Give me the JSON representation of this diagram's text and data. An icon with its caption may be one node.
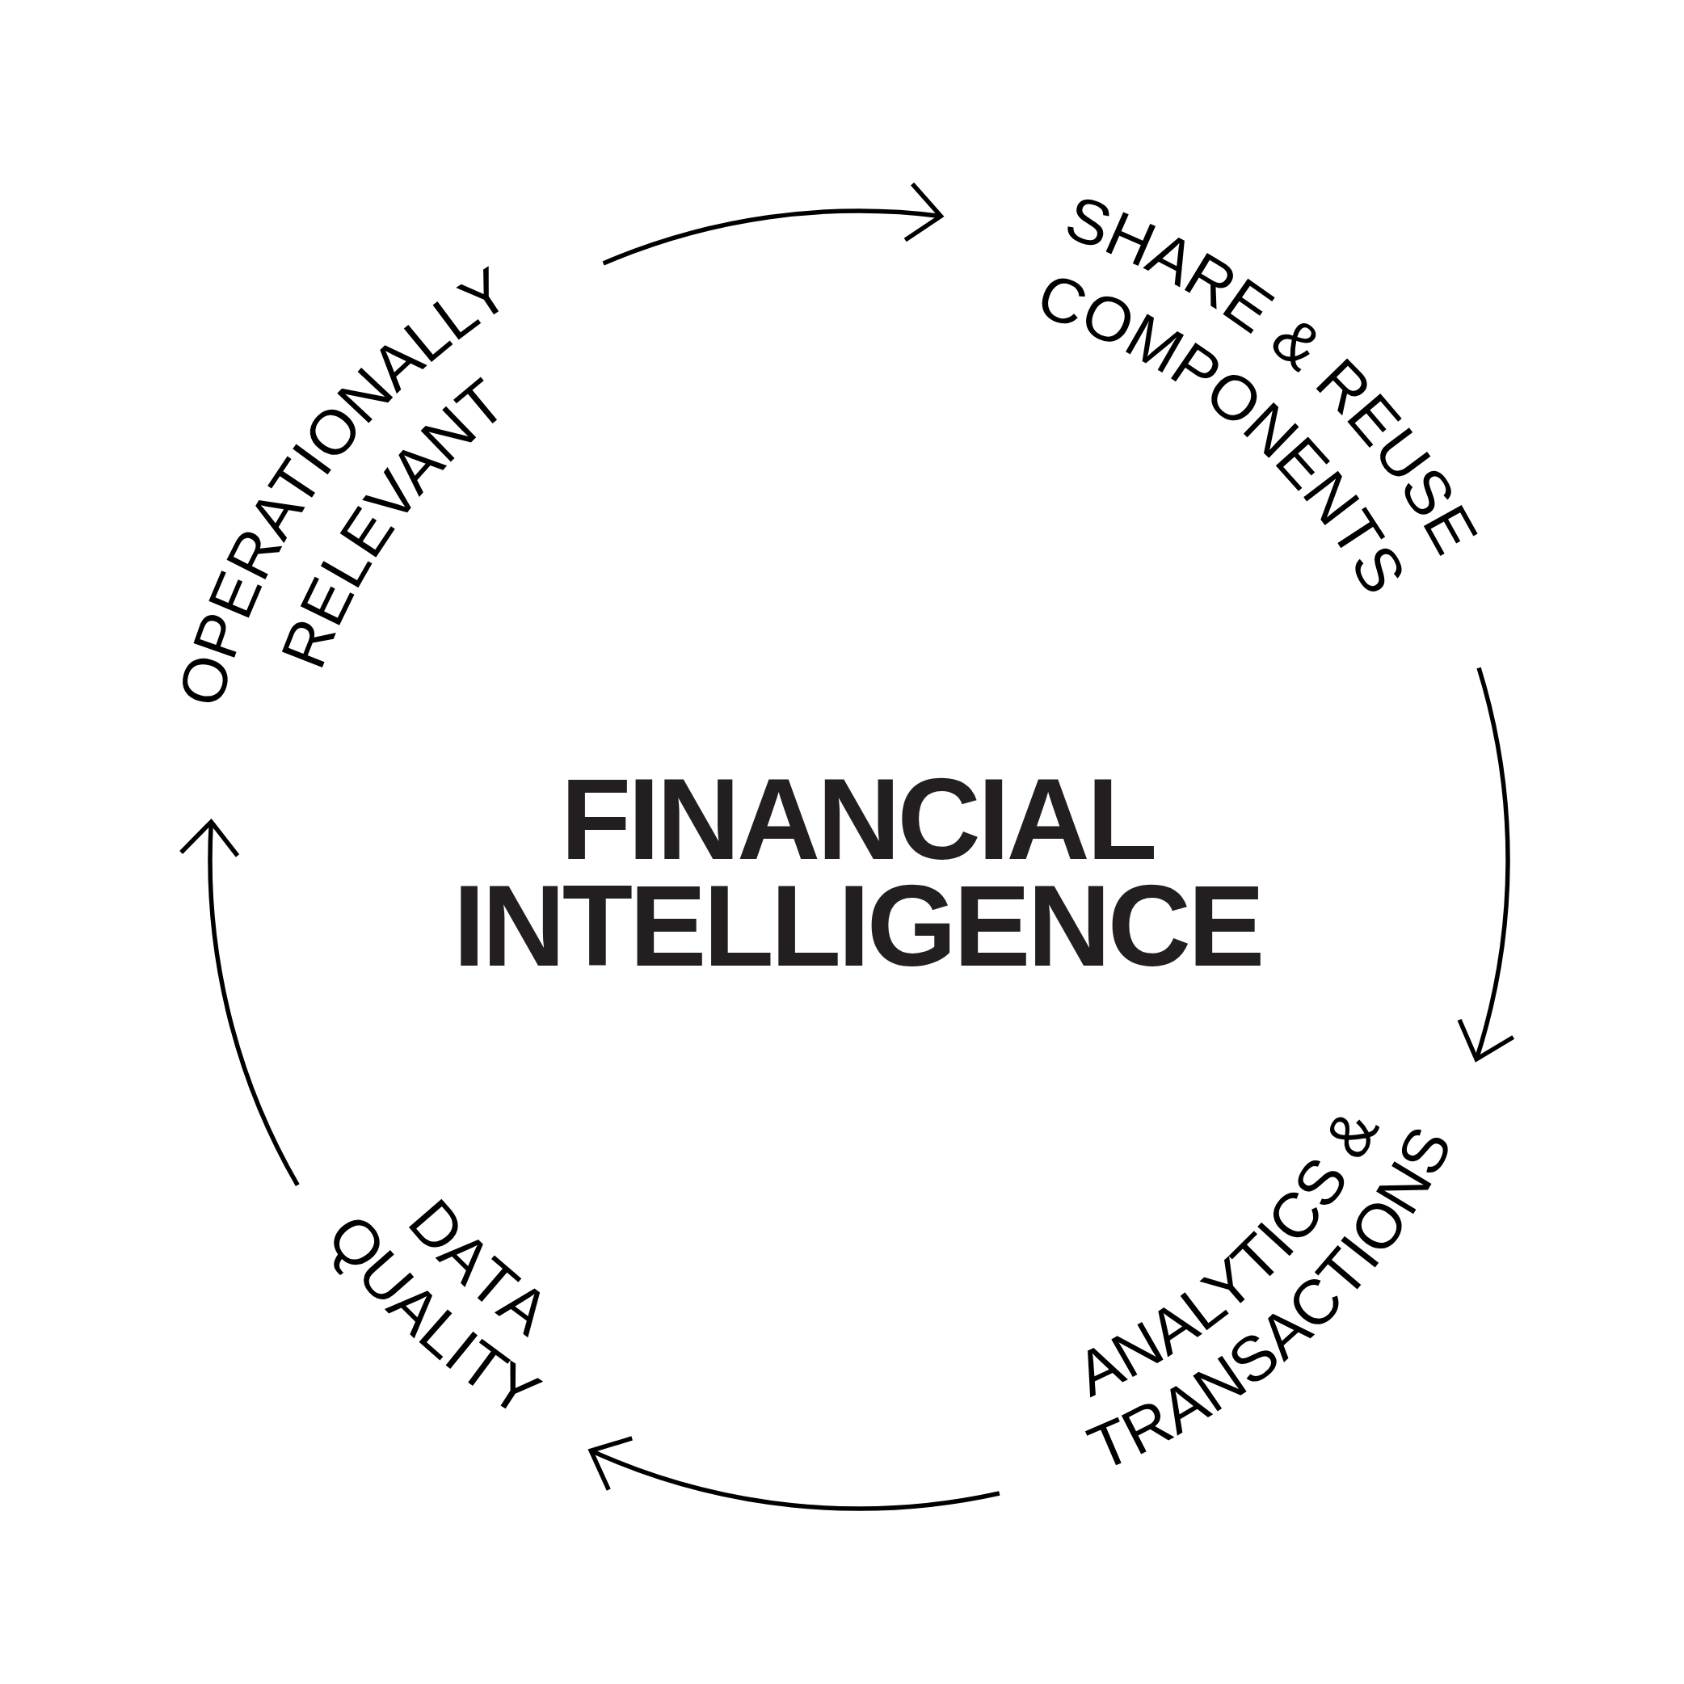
{
  "diagram": {
    "title": "FINANCIAL INTELLIGENCE",
    "nodes": [
      {
        "text": [
          "OPERATIONALLY RELEVANT"
        ]
      },
      {
        "text": [
          "SHARE & REUSE COMPONENTS"
        ]
      },
      {
        "text": [
          "ANALYTICS & TRANSACTIONS"
        ]
      },
      {
        "text": [
          "DATA QUALITY"
        ]
      }
    ],
    "edges": [
      {
        "from": 0,
        "to": 1,
        "arrow": "to"
      },
      {
        "from": 1,
        "to": 2,
        "arrow": "to"
      },
      {
        "from": 2,
        "to": 3,
        "arrow": "to"
      },
      {
        "from": 3,
        "to": 0,
        "arrow": "to"
      }
    ]
  }
}
